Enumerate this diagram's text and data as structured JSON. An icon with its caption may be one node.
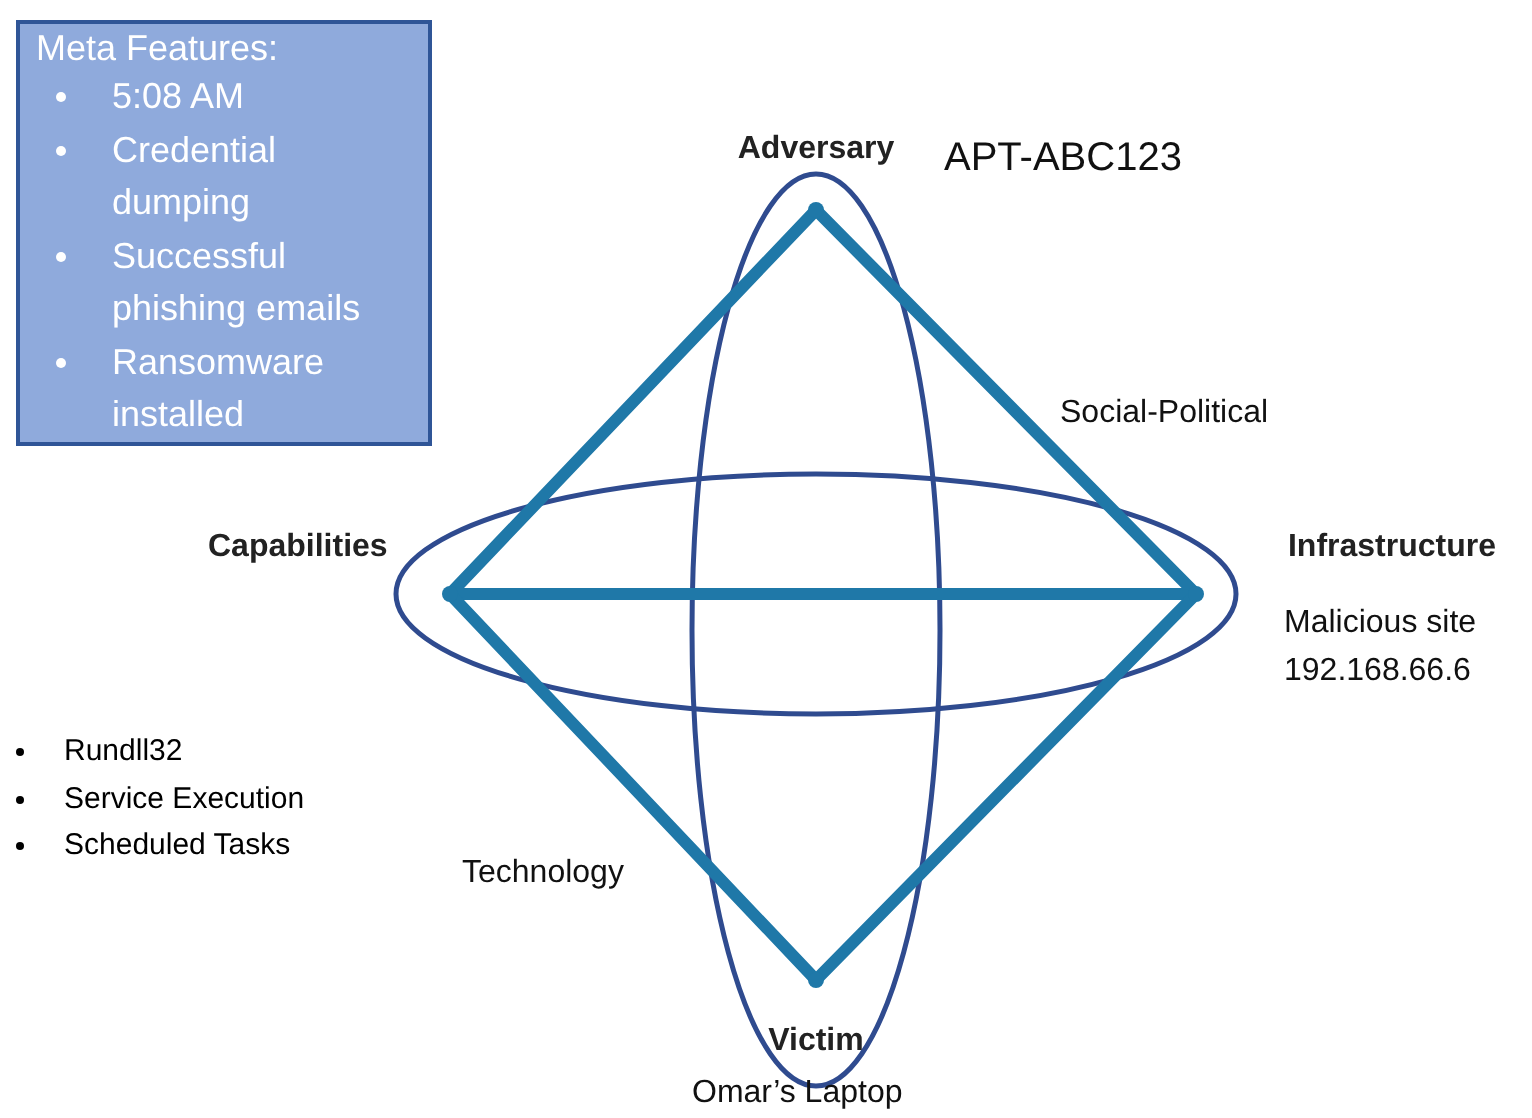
{
  "diagram": {
    "nodes": [
      {
        "text": [
          "Meta Features:",
          "5:08 AM",
          "Credential dumping",
          "Successful phishing emails",
          "Ransomware installed"
        ]
      },
      {
        "text": [
          "Adversary"
        ],
        "beside": [
          "APT-ABC123"
        ]
      },
      {
        "text": [
          "Capabilities"
        ],
        "beside": [
          "Rundll32",
          "Service Execution",
          "Scheduled Tasks"
        ]
      },
      {
        "text": [
          "Infrastructure"
        ],
        "beside": [
          "Malicious site 192.168.66.6"
        ]
      },
      {
        "text": [
          "Victim"
        ],
        "beside": [
          "Omar’s Laptop"
        ]
      }
    ],
    "edges": [
      {
        "from": 1,
        "to": 2,
        "arrow": "none"
      },
      {
        "from": 1,
        "to": 3,
        "arrow": "none"
      },
      {
        "from": 2,
        "to": 3,
        "arrow": "none"
      },
      {
        "from": 2,
        "to": 4,
        "arrow": "none"
      },
      {
        "from": 3,
        "to": 4,
        "arrow": "none"
      }
    ],
    "labels": [
      "Social-Political",
      "Technology"
    ]
  }
}
